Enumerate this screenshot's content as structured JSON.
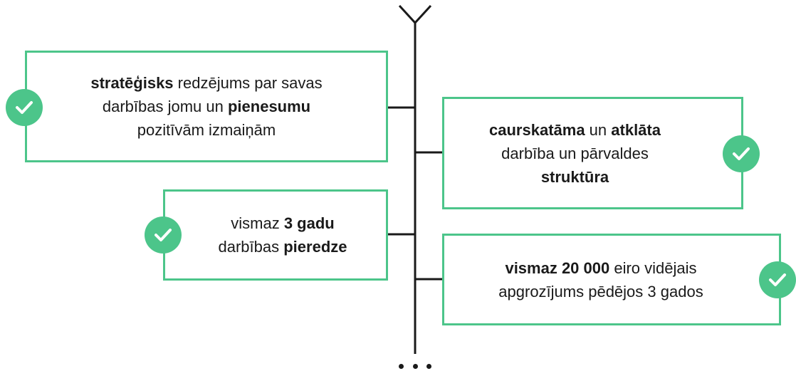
{
  "accent_color": "#4cc58a",
  "line_color": "#1a1a1a",
  "criteria": [
    {
      "id": "c1",
      "icon": "check-icon",
      "parts": [
        {
          "t": "stratēģisks",
          "b": true
        },
        {
          "t": " redzējums par savas",
          "b": false
        },
        {
          "br": true
        },
        {
          "t": "darbības jomu un ",
          "b": false
        },
        {
          "t": "pienesumu",
          "b": true
        },
        {
          "br": true
        },
        {
          "t": "pozitīvām izmaiņām",
          "b": false
        }
      ]
    },
    {
      "id": "c2",
      "icon": "check-icon",
      "parts": [
        {
          "t": "caurskatāma",
          "b": true
        },
        {
          "t": " un ",
          "b": false
        },
        {
          "t": "atklāta",
          "b": true
        },
        {
          "br": true
        },
        {
          "t": "darbība un pārvaldes",
          "b": false
        },
        {
          "br": true
        },
        {
          "t": "struktūra",
          "b": true
        }
      ]
    },
    {
      "id": "c3",
      "icon": "check-icon",
      "parts": [
        {
          "t": "vismaz ",
          "b": false
        },
        {
          "t": "3 gadu",
          "b": true
        },
        {
          "br": true
        },
        {
          "t": "darbības ",
          "b": false
        },
        {
          "t": "pieredze",
          "b": true
        }
      ]
    },
    {
      "id": "c4",
      "icon": "check-icon",
      "parts": [
        {
          "t": "vismaz 20 000",
          "b": true
        },
        {
          "t": " eiro vidējais",
          "b": false
        },
        {
          "br": true
        },
        {
          "t": "apgrozījums pēdējos 3 gados",
          "b": false
        }
      ]
    }
  ],
  "continuation_icon": "ellipsis-icon"
}
